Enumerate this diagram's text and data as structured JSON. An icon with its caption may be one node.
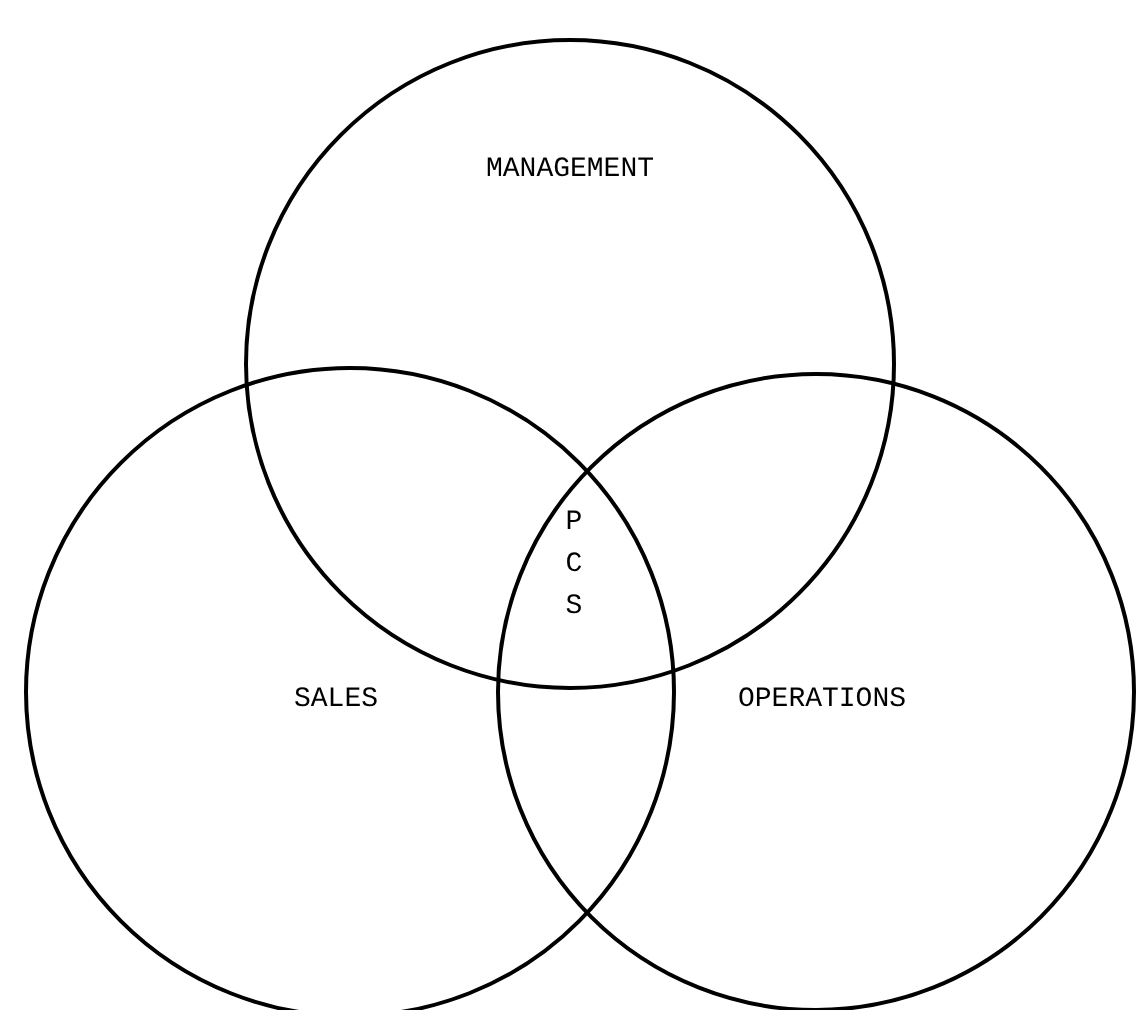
{
  "diagram": {
    "nodes": [
      {
        "text": [
          "MANAGEMENT"
        ]
      },
      {
        "text": [
          "SALES"
        ]
      },
      {
        "text": [
          "OPERATIONS"
        ]
      }
    ],
    "labels": [
      "PCS"
    ]
  }
}
